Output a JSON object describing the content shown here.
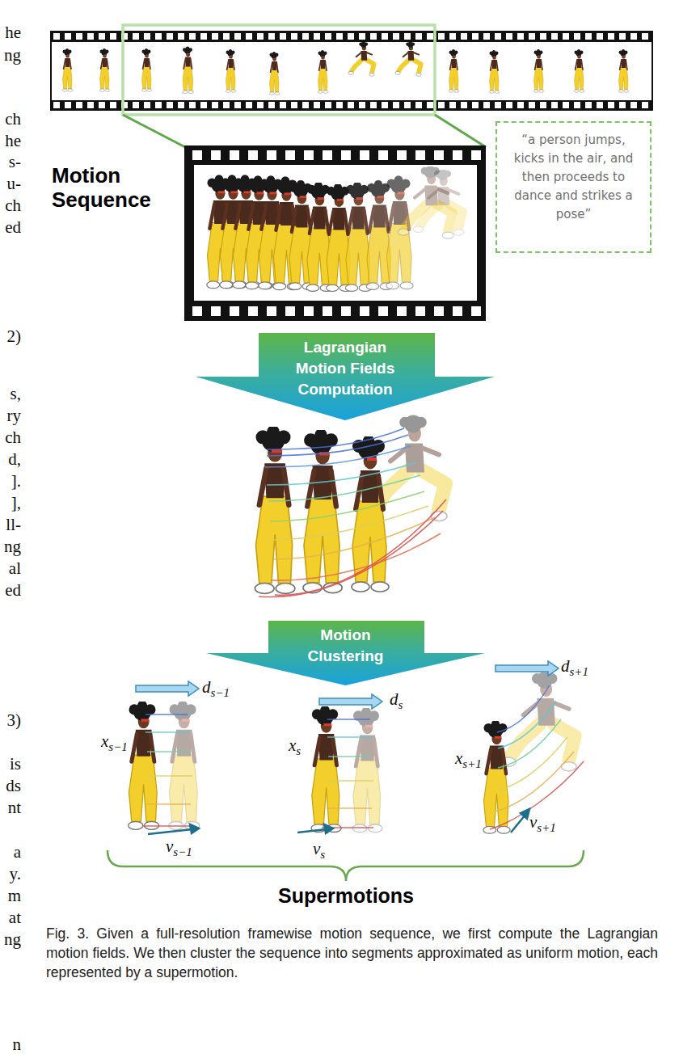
{
  "diagram": {
    "caption": "Fig. 3. Given a full-resolution framewise motion sequence, we first compute the Lagrangian motion fields. We then cluster the sequence into segments approximated as uniform motion, each represented by a supermotion.",
    "nodes": [
      {
        "text": [
          "Motion Sequence"
        ]
      },
      {
        "text": [
          "“a person jumps, kicks in the air, and then proceeds to dance and strikes a pose”"
        ]
      },
      {
        "text": [
          "Lagrangian Motion Fields Computation"
        ]
      },
      {
        "text": [
          "Motion Clustering"
        ]
      }
    ],
    "labels": [
      "he",
      "ng",
      "ch",
      "he",
      "s-",
      "u-",
      "ch",
      "ed",
      "2)",
      "s,",
      "ry",
      "ch",
      "d,",
      "].",
      "],",
      "ll-",
      "ng",
      "al",
      "ed",
      "3)",
      "is",
      "ds",
      "nt",
      "a",
      "y.",
      "m",
      "at",
      "ng",
      "n",
      "ds−1",
      "xs−1",
      "vs−1",
      "ds",
      "xs",
      "vs",
      "ds+1",
      "xs+1",
      "vs+1",
      "Supermotions"
    ]
  }
}
